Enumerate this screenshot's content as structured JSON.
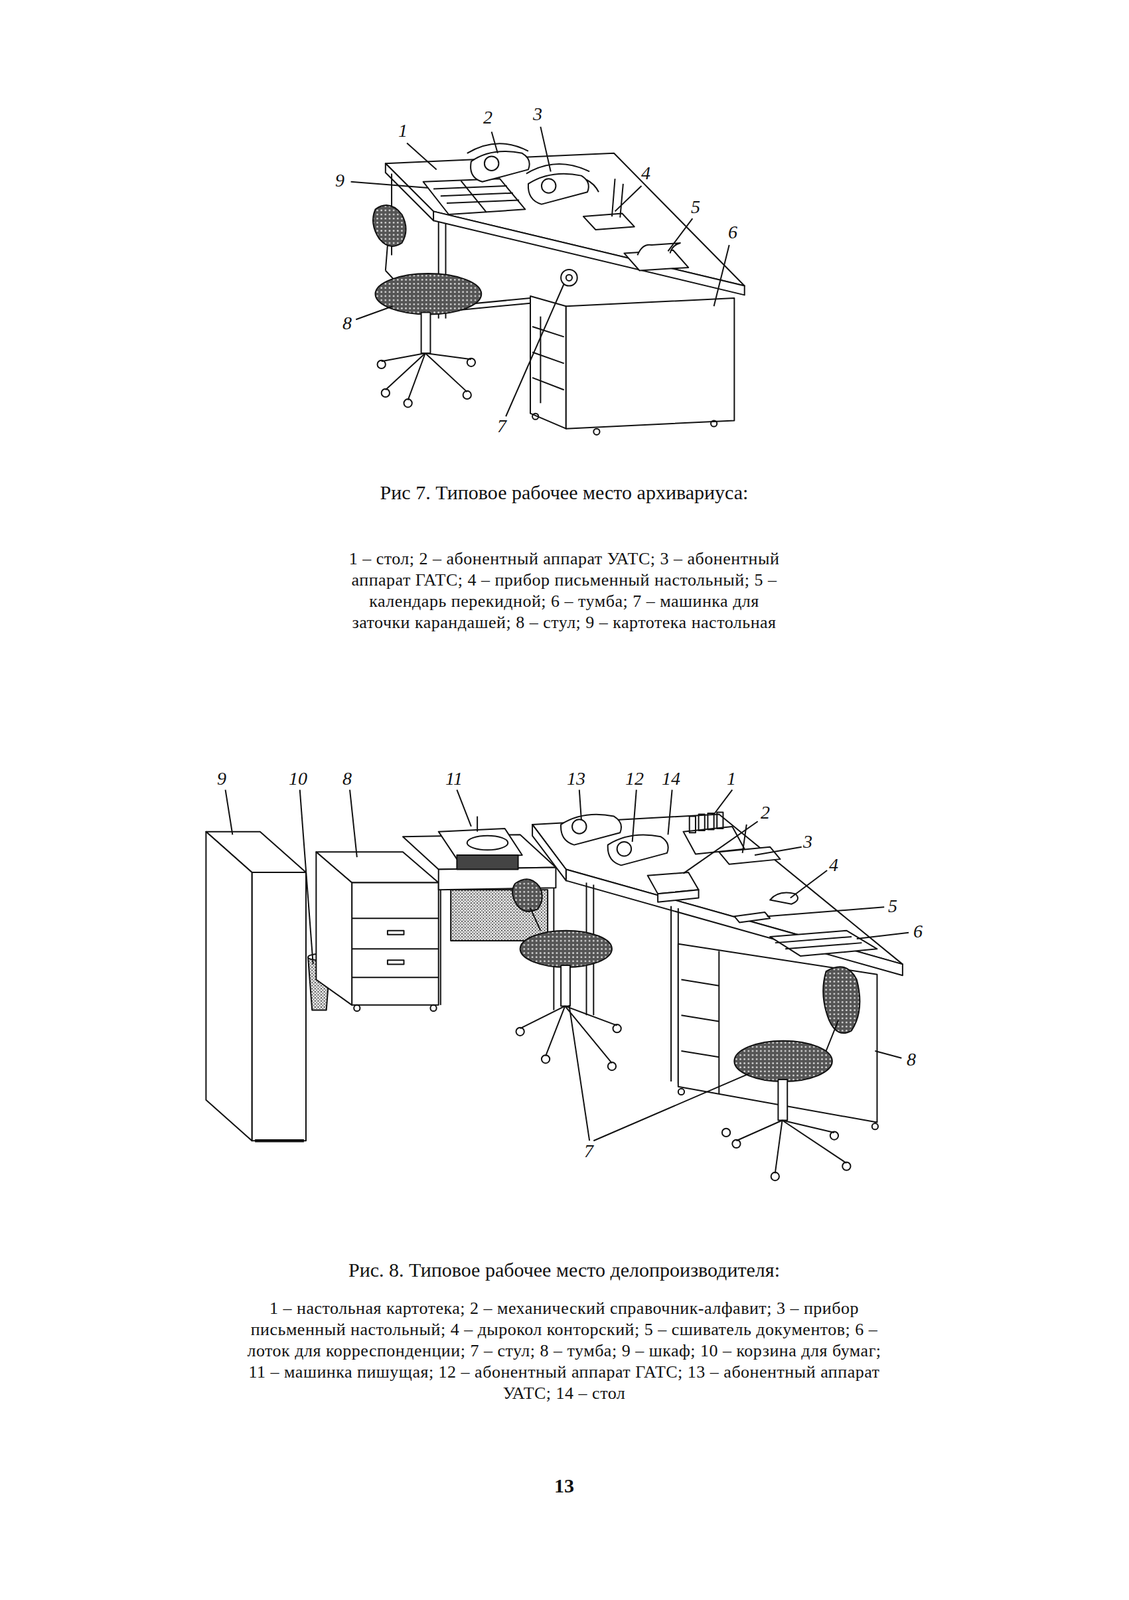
{
  "diagram": {
    "labels": [
      "1",
      "2",
      "3",
      "9",
      "4",
      "5",
      "6",
      "8",
      "7",
      "Рис 7. Типовое рабочее место архивариуса:",
      "1 – стол; 2 – абонентный аппарат УАТС; 3 – абонентный аппарат ГАТС; 4 – прибор письменный настольный; 5 – календарь перекидной; 6 – тумба; 7 – машинка для заточки карандашей; 8 – стул; 9 – картотека настольная",
      "9",
      "10",
      "8",
      "11",
      "13",
      "12",
      "14",
      "1",
      "2",
      "3",
      "4",
      "5",
      "6",
      "8",
      "7",
      "Рис. 8. Типовое рабочее место делопроизводителя:",
      "1 – настольная картотека; 2 – механический справочник-алфавит; 3 – прибор письменный настольный; 4 – дырокол конторский; 5 – сшиватель документов; 6 – лоток для корреспонденции; 7 – стул; 8 – тумба; 9 – шкаф; 10 – корзина для бумаг; 11 – машинка пишущая; 12 – абонентный аппарат ГАТС; 13 – абонентный аппарат УАТС; 14 – стол",
      "13"
    ]
  }
}
